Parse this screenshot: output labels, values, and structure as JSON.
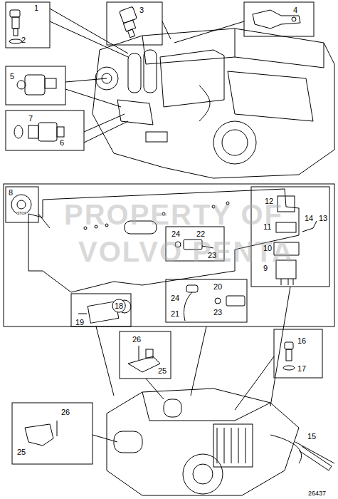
{
  "diagram": {
    "labels": [
      "1",
      "2",
      "3",
      "4",
      "5",
      "7",
      "6",
      "PROPERTY OF",
      "VOLVO PENTA",
      "8",
      "STOP",
      "24",
      "22",
      "23",
      "12",
      "14",
      "13",
      "11",
      "10",
      "9",
      "18",
      "19",
      "21",
      "20",
      "24",
      "23",
      "26",
      "25",
      "16",
      "17",
      "15",
      "25",
      "26",
      "26437"
    ]
  }
}
